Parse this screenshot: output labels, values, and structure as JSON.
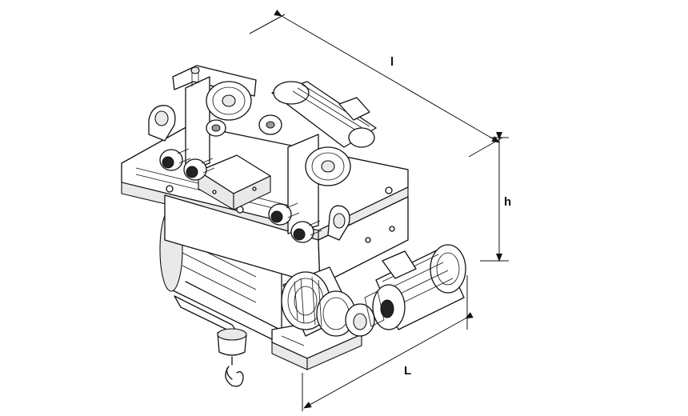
{
  "dimensions": {
    "length_top": "l",
    "height": "h",
    "length_bottom": "L"
  }
}
